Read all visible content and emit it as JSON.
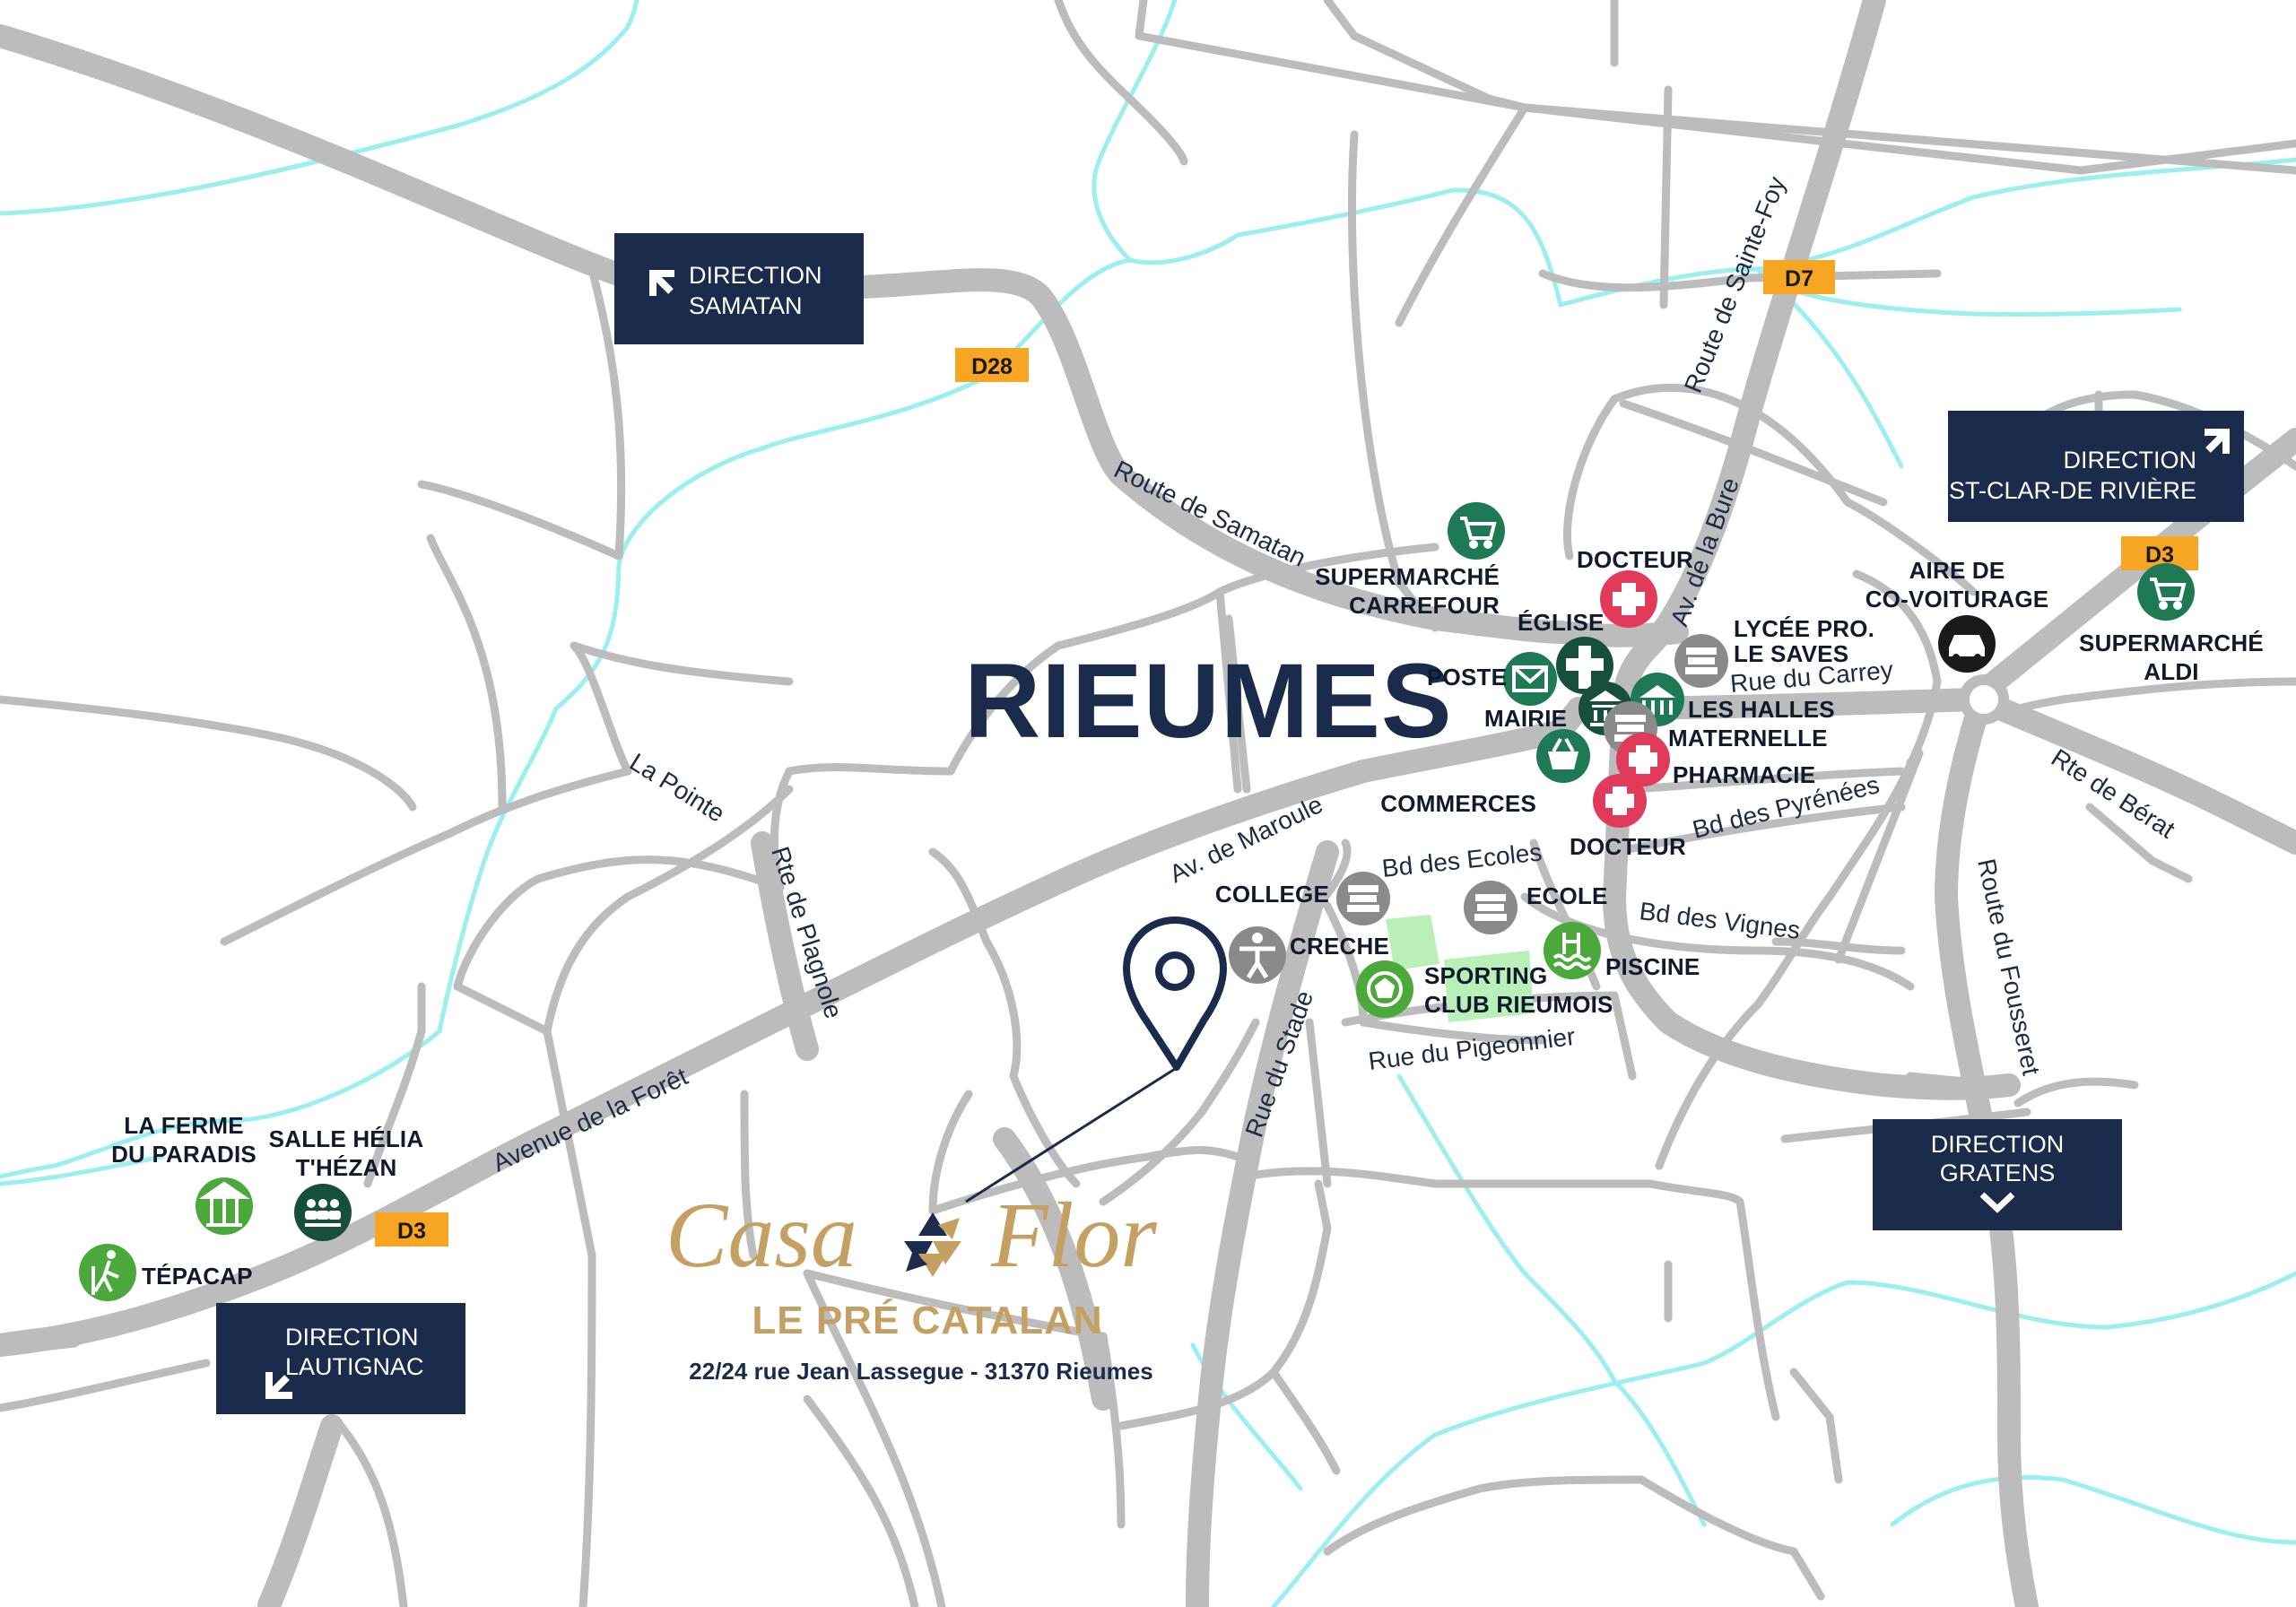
{
  "town": "RIEUMES",
  "brand": {
    "name_left": "Casa",
    "name_right": "Flor",
    "subtitle": "LE PRÉ CATALAN",
    "address": "22/24 rue Jean Lassegue - 31370 Rieumes",
    "colors": {
      "gold": "#c4a063",
      "navy": "#1a2b4c"
    }
  },
  "directions": [
    {
      "id": "samatan",
      "line1": "DIRECTION",
      "line2": "SAMATAN",
      "arrow": "arrow-up-left-icon"
    },
    {
      "id": "st-clar",
      "line1": "DIRECTION",
      "line2": "ST-CLAR-DE RIVIÈRE",
      "arrow": "arrow-up-right-icon"
    },
    {
      "id": "gratens",
      "line1": "DIRECTION",
      "line2": "GRATENS",
      "arrow": "chevron-down-icon"
    },
    {
      "id": "lautignac",
      "line1": "DIRECTION",
      "line2": "LAUTIGNAC",
      "arrow": "arrow-down-left-icon"
    }
  ],
  "road_badges": [
    "D28",
    "D7",
    "D3",
    "D3"
  ],
  "streets": [
    "Route de Samatan",
    "Route de Sainte-Foy",
    "Av. de la Bure",
    "Rue du Carrey",
    "La Pointe",
    "Rte de Plagnole",
    "Av. de Maroule",
    "Bd des Ecoles",
    "Bd des Pyrénées",
    "Bd des Vignes",
    "Rte de Bérat",
    "Route du Fousseret",
    "Rue du Stade",
    "Rue du Pigeonnier",
    "Avenue de la Forêt"
  ],
  "pois": [
    {
      "label": [
        "SUPERMARCHÉ",
        "CARREFOUR"
      ],
      "icon": "shopping-cart-icon"
    },
    {
      "label": [
        "DOCTEUR"
      ],
      "icon": "medical-cross-icon"
    },
    {
      "label": [
        "ÉGLISE"
      ],
      "icon": "church-cross-icon"
    },
    {
      "label": [
        "POSTE"
      ],
      "icon": "mail-envelope-icon"
    },
    {
      "label": [
        "MAIRIE"
      ],
      "icon": "town-hall-icon"
    },
    {
      "label": [
        "LYCÉE PRO.",
        "LE SAVES"
      ],
      "icon": "books-icon"
    },
    {
      "label": [
        "LES HALLES"
      ],
      "icon": "market-hall-icon"
    },
    {
      "label": [
        "MATERNELLE"
      ],
      "icon": "books-icon"
    },
    {
      "label": [
        "PHARMACIE"
      ],
      "icon": "medical-cross-icon"
    },
    {
      "label": [
        "COMMERCES"
      ],
      "icon": "shopping-basket-icon"
    },
    {
      "label": [
        "DOCTEUR"
      ],
      "icon": "medical-cross-icon"
    },
    {
      "label": [
        "COLLEGE"
      ],
      "icon": "books-icon"
    },
    {
      "label": [
        "ECOLE"
      ],
      "icon": "books-icon"
    },
    {
      "label": [
        "CRECHE"
      ],
      "icon": "child-icon"
    },
    {
      "label": [
        "SPORTING",
        "CLUB RIEUMOIS"
      ],
      "icon": "football-icon"
    },
    {
      "label": [
        "PISCINE"
      ],
      "icon": "swimming-pool-icon"
    },
    {
      "label": [
        "AIRE DE",
        "CO-VOITURAGE"
      ],
      "icon": "car-icon"
    },
    {
      "label": [
        "SUPERMARCHÉ",
        "ALDI"
      ],
      "icon": "shopping-cart-icon"
    },
    {
      "label": [
        "LA FERME",
        "DU PARADIS"
      ],
      "icon": "carousel-icon"
    },
    {
      "label": [
        "SALLE HÉLIA",
        "T'HÉZAN"
      ],
      "icon": "audience-icon"
    },
    {
      "label": [
        "TÉPACAP"
      ],
      "icon": "hiker-icon"
    }
  ],
  "colors": {
    "road": "#bcbcbc",
    "river": "#9befef",
    "navy": "#1a2b4c",
    "badge": "#f6a623",
    "green": "#1d7a55",
    "dark_green": "#16503c",
    "light_green": "#4aa93a",
    "red": "#e23a5b",
    "gray": "#8a8a8a",
    "black": "#1a1a1a",
    "park": "#b8f0b8"
  }
}
